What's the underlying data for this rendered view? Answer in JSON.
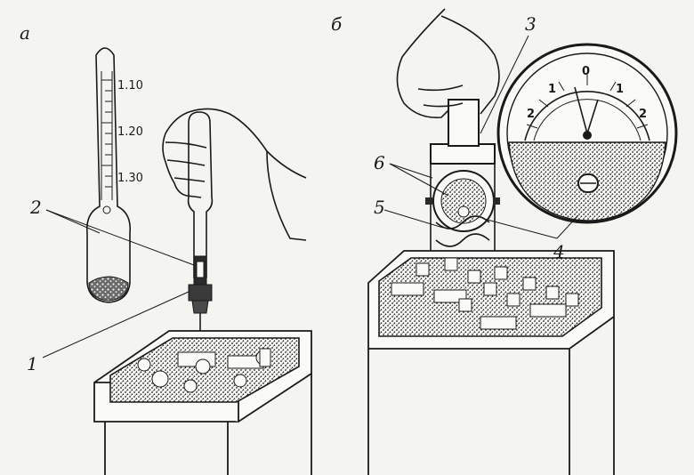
{
  "panels": {
    "a": {
      "letter": "a"
    },
    "b": {
      "letter": "б"
    }
  },
  "hydrometer_scale": [
    "1.10",
    "1.20",
    "1.30"
  ],
  "callouts": {
    "c1": "1",
    "c2": "2",
    "c3": "3",
    "c4": "4",
    "c5": "5",
    "c6": "6"
  },
  "dial_scale": [
    "2",
    "1",
    "0",
    "1",
    "2"
  ]
}
